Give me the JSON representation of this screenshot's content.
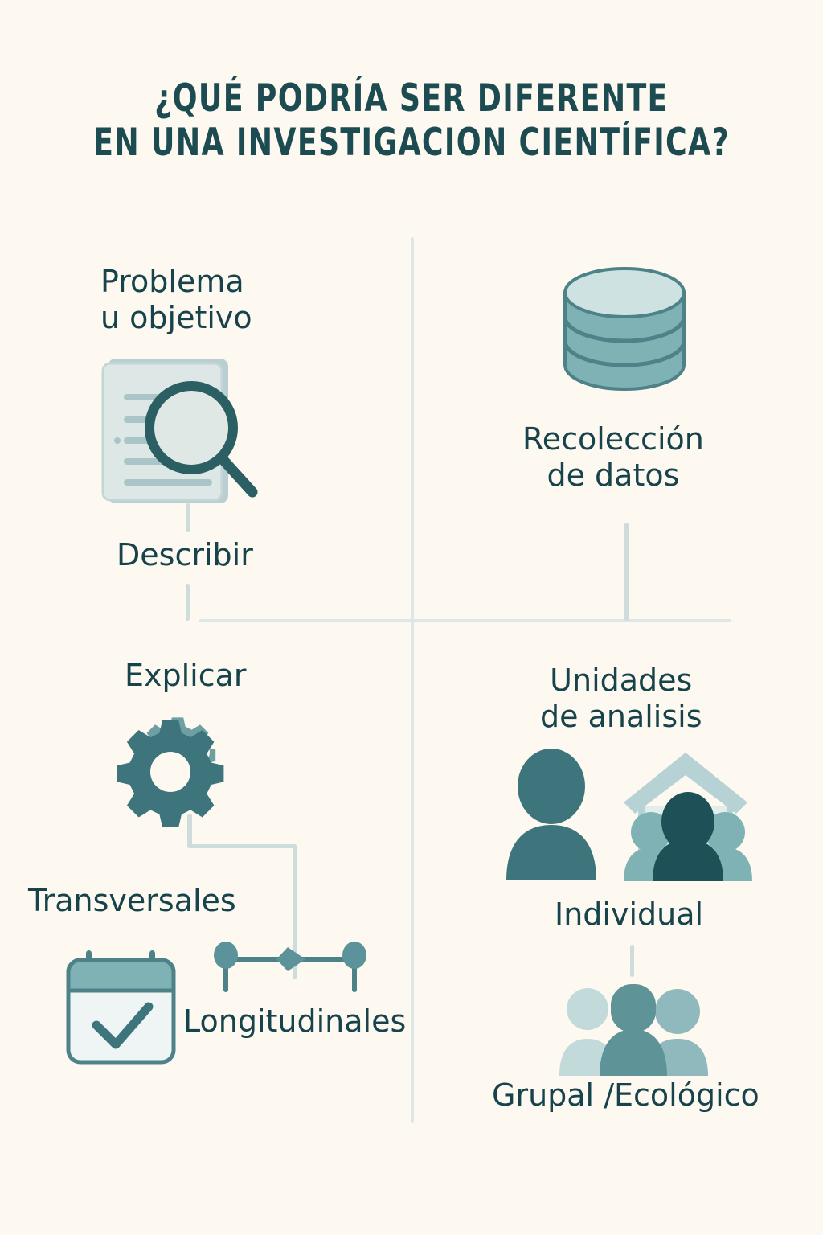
{
  "page": {
    "background_color": "#fdf9f0",
    "ink_color": "#17444c",
    "accent_color": "#4e8289",
    "light_accent_color": "#a8c7c9",
    "divider_color": "#dde7e7"
  },
  "title": {
    "line1": "¿QUÉ PODRÍA SER DIFERENTE",
    "line2": "EN UNA INVESTIGACION CIENTÍFICA?"
  },
  "quadrants": {
    "top_left": {
      "heading": "Problema\nu objetivo",
      "icon": "document-magnifier-icon",
      "sub_label": "Describir"
    },
    "top_right": {
      "icon": "database-cylinder-icon",
      "heading": "Recolección\nde datos"
    },
    "bottom_left": {
      "heading": "Explicar",
      "icon": "gears-icon",
      "branch_a": {
        "label": "Transversales",
        "icon": "calendar-check-icon"
      },
      "branch_b": {
        "label": "Longitudinales",
        "icon": "timeline-nodes-icon"
      }
    },
    "bottom_right": {
      "heading": "Unidades\nde analisis",
      "icons": [
        "person-silhouette-icon",
        "house-family-icon"
      ],
      "item_individual": "Individual",
      "icon_group": "group-people-icon",
      "item_group": "Grupal /Ecológico"
    }
  }
}
